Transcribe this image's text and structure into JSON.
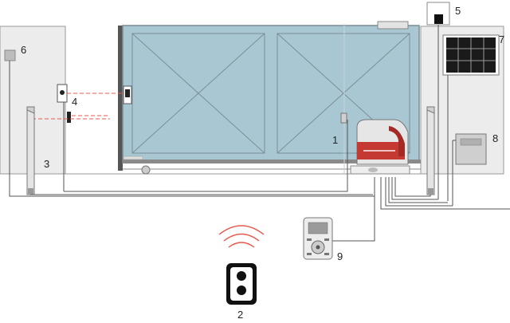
{
  "callouts": {
    "motor": "1",
    "remote": "2",
    "column": "3",
    "photocells": "4",
    "lamp": "5",
    "key_selector": "6",
    "solar_panel": "7",
    "battery_box": "8",
    "keypad": "9"
  },
  "colors": {
    "gate_fill": "#a9c7d3",
    "gate_frame": "#7a8e96",
    "wall": "#ececec",
    "beam": "#e8584a",
    "motor_red": "#c43a33",
    "cable": "#555555"
  },
  "icons": {
    "remote_signal": "radio-waves-icon",
    "solar": "solar-cell-grid-icon"
  }
}
